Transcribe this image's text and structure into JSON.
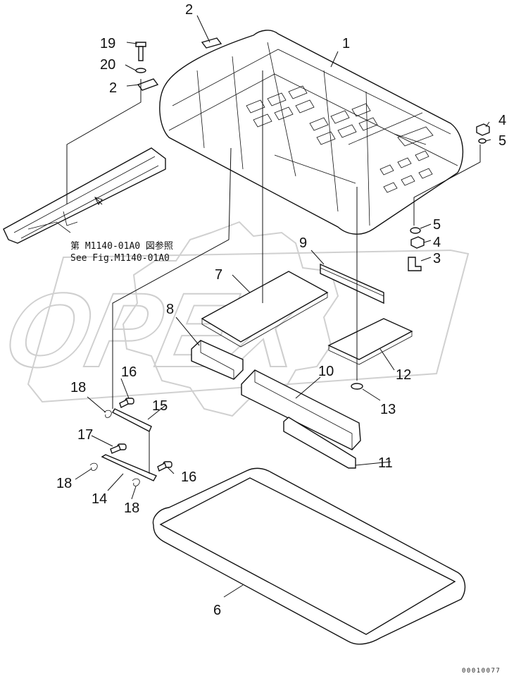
{
  "diagram": {
    "watermark": "OPEX",
    "reference_note": {
      "line_jp": "第 M1140-01A0 図参照",
      "line_en": "See Fig.M1140-01A0"
    },
    "drawing_code": "00010077",
    "part_labels": [
      {
        "id": "1",
        "text": "1"
      },
      {
        "id": "2a",
        "text": "2"
      },
      {
        "id": "2b",
        "text": "2"
      },
      {
        "id": "3",
        "text": "3"
      },
      {
        "id": "4a",
        "text": "4"
      },
      {
        "id": "4b",
        "text": "4"
      },
      {
        "id": "5a",
        "text": "5"
      },
      {
        "id": "5b",
        "text": "5"
      },
      {
        "id": "6",
        "text": "6"
      },
      {
        "id": "7",
        "text": "7"
      },
      {
        "id": "8",
        "text": "8"
      },
      {
        "id": "9",
        "text": "9"
      },
      {
        "id": "10",
        "text": "10"
      },
      {
        "id": "11",
        "text": "11"
      },
      {
        "id": "12",
        "text": "12"
      },
      {
        "id": "13",
        "text": "13"
      },
      {
        "id": "14",
        "text": "14"
      },
      {
        "id": "15",
        "text": "15"
      },
      {
        "id": "16a",
        "text": "16"
      },
      {
        "id": "16b",
        "text": "16"
      },
      {
        "id": "17",
        "text": "17"
      },
      {
        "id": "18a",
        "text": "18"
      },
      {
        "id": "18b",
        "text": "18"
      },
      {
        "id": "18c",
        "text": "18"
      },
      {
        "id": "19",
        "text": "19"
      },
      {
        "id": "20",
        "text": "20"
      }
    ]
  }
}
